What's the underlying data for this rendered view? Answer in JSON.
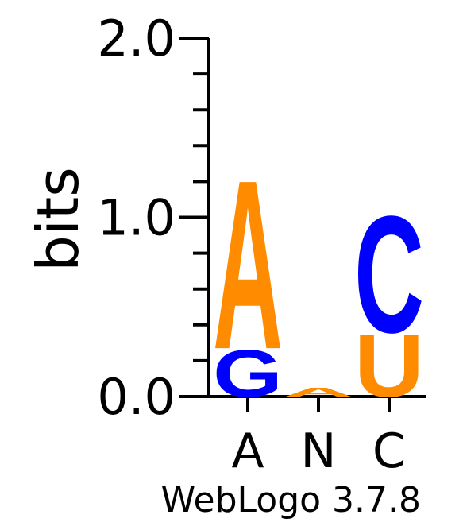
{
  "chart_data": {
    "type": "sequence-logo",
    "ylabel": "bits",
    "ylim": [
      0,
      2.0
    ],
    "yticks": [
      {
        "value": 0.0,
        "label": "0.0"
      },
      {
        "value": 1.0,
        "label": "1.0"
      },
      {
        "value": 2.0,
        "label": "2.0"
      }
    ],
    "minor_tick_step": 0.2,
    "grid": false,
    "positions": [
      {
        "label": "A",
        "stack": [
          {
            "letter": "G",
            "height": 0.27,
            "color": "#0000ff"
          },
          {
            "letter": "A",
            "height": 0.97,
            "color": "#ff8c00"
          }
        ]
      },
      {
        "label": "N",
        "stack": [
          {
            "letter": "A",
            "height": 0.05,
            "color": "#ff8c00"
          }
        ]
      },
      {
        "label": "C",
        "stack": [
          {
            "letter": "U",
            "height": 0.36,
            "color": "#ff8c00"
          },
          {
            "letter": "C",
            "height": 0.67,
            "color": "#0000ff"
          }
        ]
      }
    ]
  },
  "footer": "WebLogo 3.7.8"
}
